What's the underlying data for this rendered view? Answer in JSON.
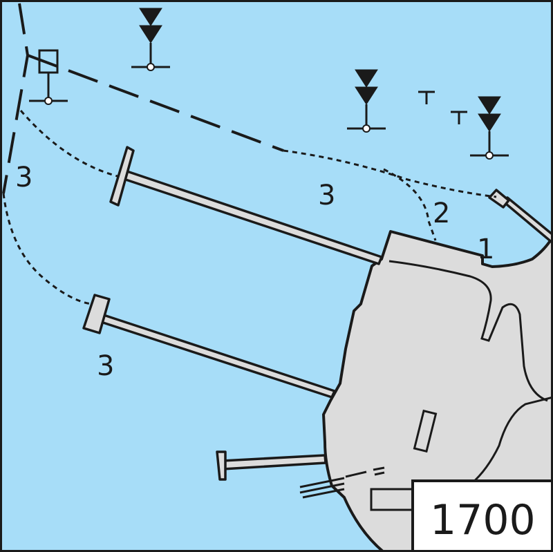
{
  "colors": {
    "water": "#a7ddf8",
    "land": "#dcdcdc",
    "line": "#1a1a1a",
    "label_box": "#ffffff"
  },
  "depth_labels": [
    "3",
    "3",
    "3",
    "2",
    "1"
  ],
  "chart_number": "1700",
  "icons": [
    "beacon-topmark-icon",
    "buoy-square-topmark-icon",
    "tee-mark-icon"
  ]
}
